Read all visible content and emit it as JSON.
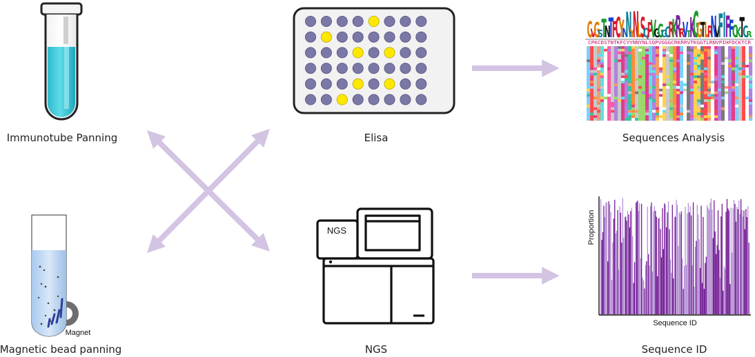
{
  "labels": {
    "immunotube": "Immunotube Panning",
    "elisa": "Elisa",
    "sequences_analysis": "Sequences Analysis",
    "magnetic": "Magnetic bead panning",
    "ngs": "NGS",
    "sequence_id": "Sequence ID"
  },
  "magnet_label": "Magnet",
  "ngs_machine_label": "NGS",
  "chart_axis": {
    "ylabel": "Proportion",
    "xlabel": "Sequence ID"
  },
  "logo_text": "CVGSTNTFCYNNYNLSQPVGGGCRKRRVTKGGTLRNVFIFFCKTCR",
  "alignment_ref": "CPKCDSTNTKFCYYNNYNLSQPVGGGCRKRRVTKGGTLRNVPIHFDCKTCR",
  "elisa_plate": {
    "rows": 6,
    "cols": 8,
    "positives": [
      [
        0,
        4
      ],
      [
        1,
        1
      ],
      [
        2,
        3
      ],
      [
        2,
        5
      ],
      [
        4,
        3
      ],
      [
        4,
        5
      ],
      [
        5,
        2
      ]
    ]
  },
  "colors": {
    "arrow": "#d3c4e3",
    "well": "#7a78a6",
    "positive": "#ffe800",
    "bar_dark": "#6a0f8e",
    "bar_light": "#b08ad0",
    "tube_fill": "#38c6d8"
  }
}
